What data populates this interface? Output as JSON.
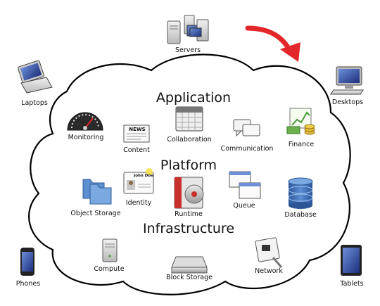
{
  "layers": {
    "application": "Application",
    "platform": "Platform",
    "infrastructure": "Infrastructure"
  },
  "clients": {
    "servers": "Servers",
    "laptops": "Laptops",
    "desktops": "Desktops",
    "phones": "Phones",
    "tablets": "Tablets"
  },
  "application": {
    "monitoring": "Monitoring",
    "content": "Content",
    "collaboration": "Collaboration",
    "communication": "Communication",
    "finance": "Finance"
  },
  "platform": {
    "object_storage": "Object Storage",
    "identity": "Identity",
    "identity_card_text": "John Doe",
    "runtime": "Runtime",
    "queue": "Queue",
    "database": "Database"
  },
  "infrastructure": {
    "compute": "Compute",
    "block_storage": "Block Storage",
    "network": "Network"
  },
  "content_news_text": "NEWS",
  "colors": {
    "cloud_stroke": "#000000",
    "arrow": "#e3262a",
    "folder_blue": "#5b8fd0",
    "database_blue": "#3f6fb0",
    "runtime_red": "#c9302c",
    "finance_green": "#4a9a3a"
  }
}
